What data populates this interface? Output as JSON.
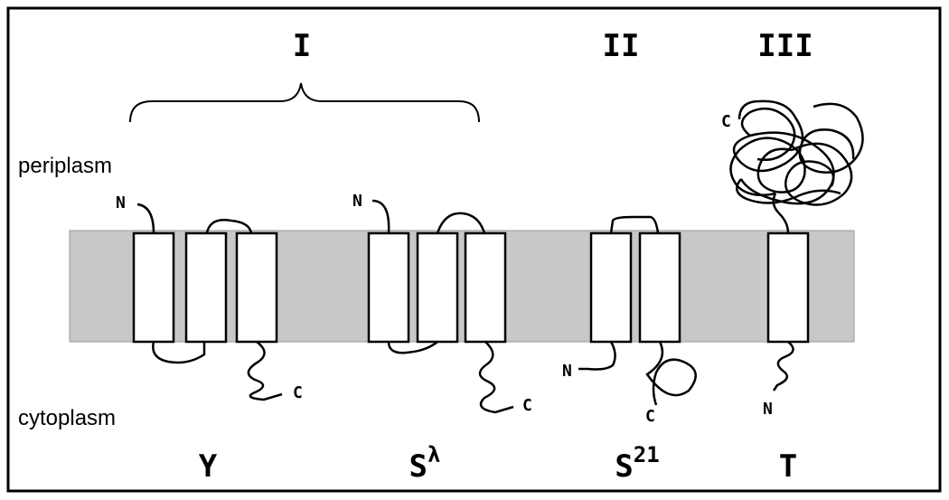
{
  "regions": {
    "top": "periplasm",
    "bottom": "cytoplasm"
  },
  "classes": [
    {
      "numeral": "I"
    },
    {
      "numeral": "II"
    },
    {
      "numeral": "III"
    }
  ],
  "proteins": [
    {
      "name": "Y",
      "superscript": ""
    },
    {
      "name": "S",
      "superscript": "λ"
    },
    {
      "name": "S",
      "superscript": "21"
    },
    {
      "name": "T",
      "superscript": ""
    }
  ],
  "termini": {
    "n": "N",
    "c": "C"
  },
  "colors": {
    "membrane": "#c8c8c8",
    "line": "#000000",
    "helix_fill": "#ffffff"
  }
}
